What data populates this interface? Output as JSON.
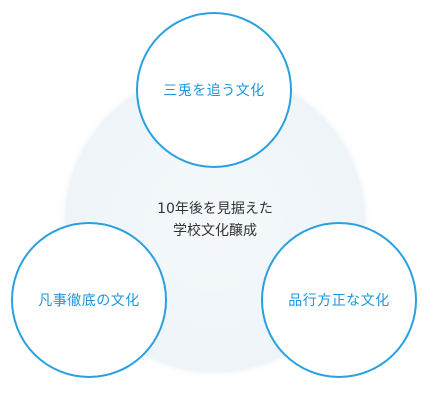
{
  "center": {
    "line1": "10年後を見据えた",
    "line2": "学校文化醸成"
  },
  "circles": [
    {
      "label": "三兎を追う文化"
    },
    {
      "label": "凡事徹底の文化"
    },
    {
      "label": "品行方正な文化"
    }
  ],
  "colors": {
    "accent": "#2aa0e0",
    "label_text": "#1e96da",
    "center_fill": "#eef4f8",
    "center_text": "#333333"
  }
}
